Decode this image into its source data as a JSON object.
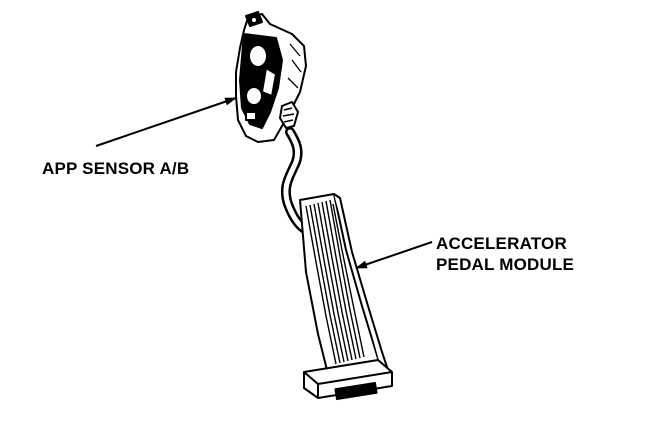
{
  "labels": {
    "app_sensor": "APP SENSOR A/B",
    "pedal_line1": "ACCELERATOR",
    "pedal_line2": "PEDAL MODULE"
  },
  "colors": {
    "ink": "#000000",
    "paper": "#ffffff"
  },
  "icons": {
    "sensor": "app-sensor-illustration",
    "pedal": "accelerator-pedal-illustration"
  }
}
